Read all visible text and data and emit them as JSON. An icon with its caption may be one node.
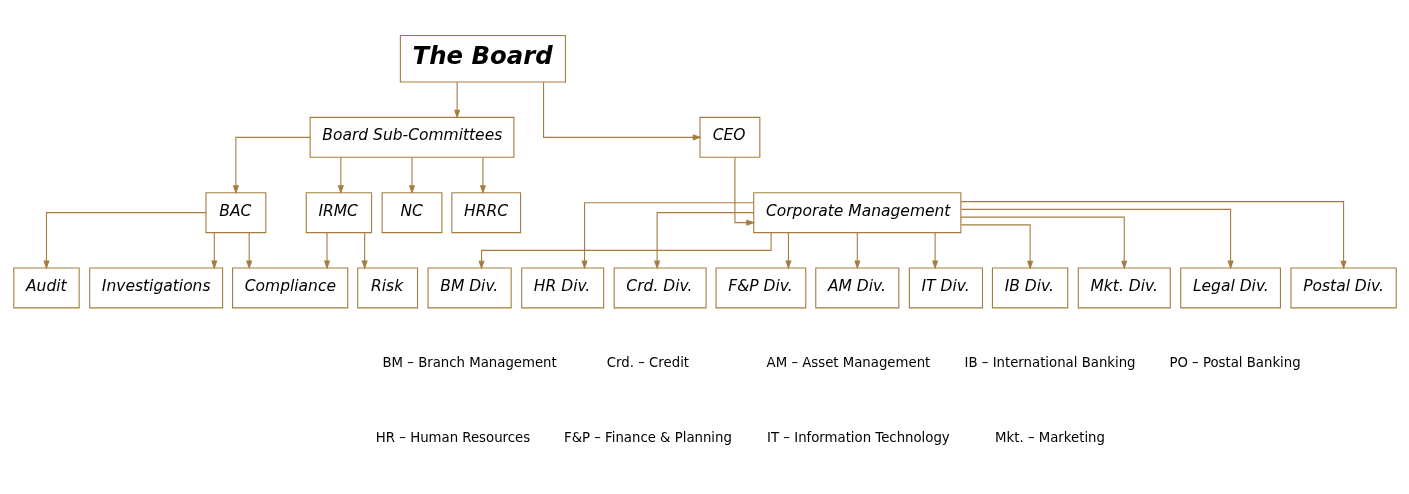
{
  "diagram": {
    "nodes": [
      {
        "text": [
          "The Board"
        ]
      },
      {
        "text": [
          "Board Sub-Committees"
        ]
      },
      {
        "text": [
          "CEO"
        ]
      },
      {
        "text": [
          "Corporate Management"
        ]
      },
      {
        "text": [
          "BAC"
        ]
      },
      {
        "text": [
          "IRMC"
        ]
      },
      {
        "text": [
          "NC"
        ]
      },
      {
        "text": [
          "HRRC"
        ]
      },
      {
        "text": [
          "BM Div."
        ]
      },
      {
        "text": [
          "HR Div."
        ]
      },
      {
        "text": [
          "Crd. Div."
        ]
      },
      {
        "text": [
          "F&P Div."
        ]
      },
      {
        "text": [
          "AM Div."
        ]
      },
      {
        "text": [
          "IT Div."
        ]
      },
      {
        "text": [
          "IB Div."
        ]
      },
      {
        "text": [
          "Mkt. Div."
        ]
      },
      {
        "text": [
          "Legal Div."
        ]
      },
      {
        "text": [
          "Postal Div."
        ]
      },
      {
        "text": [
          "Audit"
        ]
      },
      {
        "text": [
          "Investigations"
        ]
      },
      {
        "text": [
          "Compliance"
        ]
      },
      {
        "text": [
          "Risk"
        ]
      }
    ],
    "edges": [
      {
        "from": 0,
        "to": 2,
        "arrow": "to"
      },
      {
        "from": 0,
        "to": 1,
        "arrow": "to"
      },
      {
        "from": 2,
        "to": 3,
        "arrow": "to"
      },
      {
        "from": 3,
        "to": 8,
        "arrow": "to"
      },
      {
        "from": 3,
        "to": 9,
        "arrow": "to"
      },
      {
        "from": 3,
        "to": 10,
        "arrow": "to"
      },
      {
        "from": 3,
        "to": 11,
        "arrow": "to"
      },
      {
        "from": 3,
        "to": 12,
        "arrow": "to"
      },
      {
        "from": 3,
        "to": 13,
        "arrow": "to"
      },
      {
        "from": 3,
        "to": 14,
        "arrow": "to"
      },
      {
        "from": 3,
        "to": 15,
        "arrow": "to"
      },
      {
        "from": 3,
        "to": 16,
        "arrow": "to"
      },
      {
        "from": 3,
        "to": 17,
        "arrow": "to"
      },
      {
        "from": 1,
        "to": 4,
        "arrow": "to"
      },
      {
        "from": 1,
        "to": 5,
        "arrow": "to"
      },
      {
        "from": 1,
        "to": 6,
        "arrow": "to"
      },
      {
        "from": 1,
        "to": 7,
        "arrow": "to"
      },
      {
        "from": 4,
        "to": 18,
        "arrow": "to"
      },
      {
        "from": 4,
        "to": 19,
        "arrow": "to"
      },
      {
        "from": 4,
        "to": 20,
        "arrow": "to"
      },
      {
        "from": 5,
        "to": 20,
        "arrow": "to"
      },
      {
        "from": 5,
        "to": 21,
        "arrow": "to"
      }
    ],
    "labels": [
      "BM – Branch Management",
      "Crd. – Credit",
      "AM – Asset Management",
      "IB – International Banking",
      "PO – Postal Banking",
      "HR – Human Resources",
      "F&P – Finance & Planning",
      "IT – Information Technology",
      "Mkt. – Marketing"
    ]
  }
}
